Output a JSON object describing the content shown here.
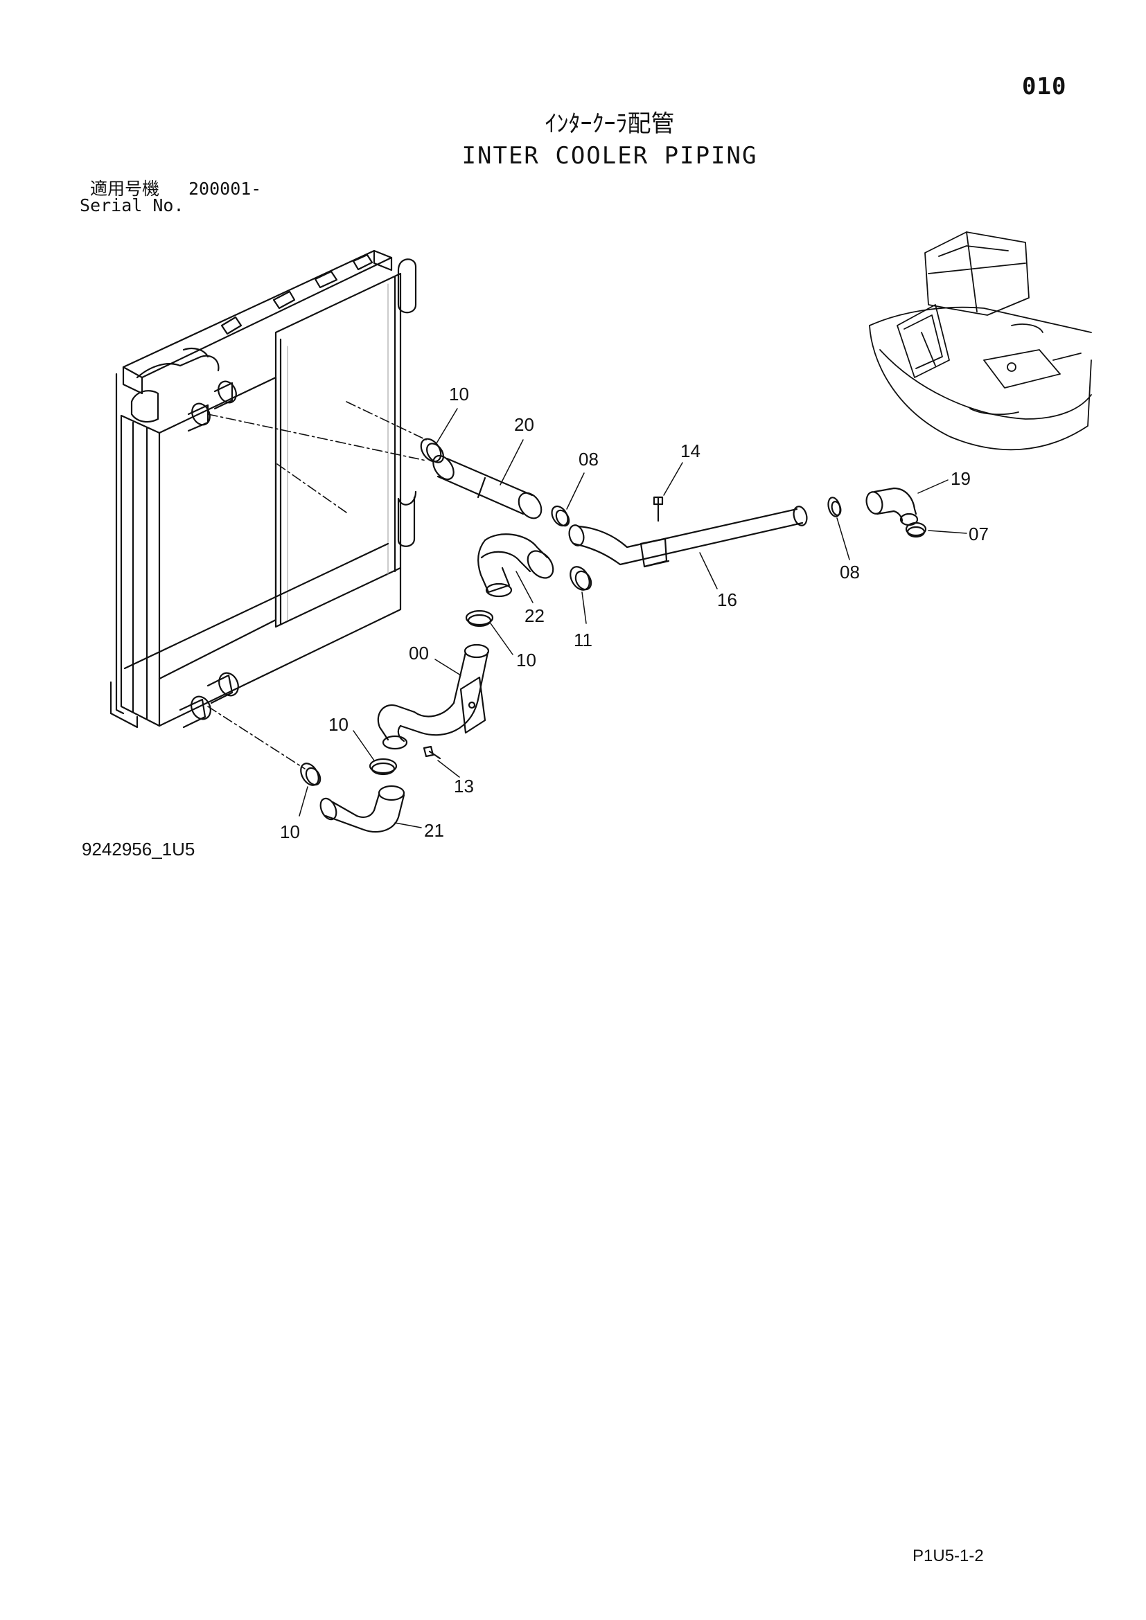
{
  "page_number": "010",
  "title_jp": "ｲﾝﾀｰｸｰﾗ配管",
  "title_en": "INTER COOLER PIPING",
  "serial": {
    "label_jp": "適用号機",
    "label_en": "Serial No.",
    "value": "200001-"
  },
  "figure_id": "9242956_1U5",
  "document_code": "P1U5-1-2",
  "callouts": [
    "10",
    "20",
    "08",
    "14",
    "19",
    "07",
    "08",
    "16",
    "22",
    "11",
    "00",
    "10",
    "10",
    "13",
    "10",
    "21"
  ]
}
